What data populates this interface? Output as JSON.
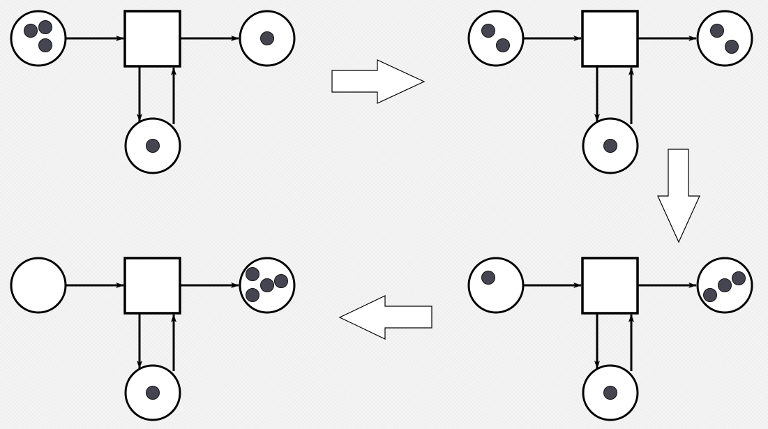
{
  "diagram": {
    "kind": "petri-net-firing-sequence",
    "stroke_color": "#000000",
    "place_fill": "#ffffff",
    "token_color": "#454552",
    "background_color": "#f4f4f4",
    "step_arrow_fill": "#ffffff",
    "step_order": [
      "top-left",
      "top-right",
      "bottom-right",
      "bottom-left"
    ],
    "states": [
      {
        "id": "state-1",
        "position": "top-left",
        "tokens": {
          "input": 3,
          "output": 1,
          "loop": 1
        }
      },
      {
        "id": "state-2",
        "position": "top-right",
        "tokens": {
          "input": 2,
          "output": 2,
          "loop": 1
        }
      },
      {
        "id": "state-3",
        "position": "bottom-right",
        "tokens": {
          "input": 1,
          "output": 3,
          "loop": 1
        }
      },
      {
        "id": "state-4",
        "position": "bottom-left",
        "tokens": {
          "input": 0,
          "output": 4,
          "loop": 1
        }
      }
    ],
    "step_arrows": [
      {
        "id": "step-1-to-2",
        "direction": "right"
      },
      {
        "id": "step-2-to-3",
        "direction": "down"
      },
      {
        "id": "step-3-to-4",
        "direction": "left"
      }
    ]
  }
}
